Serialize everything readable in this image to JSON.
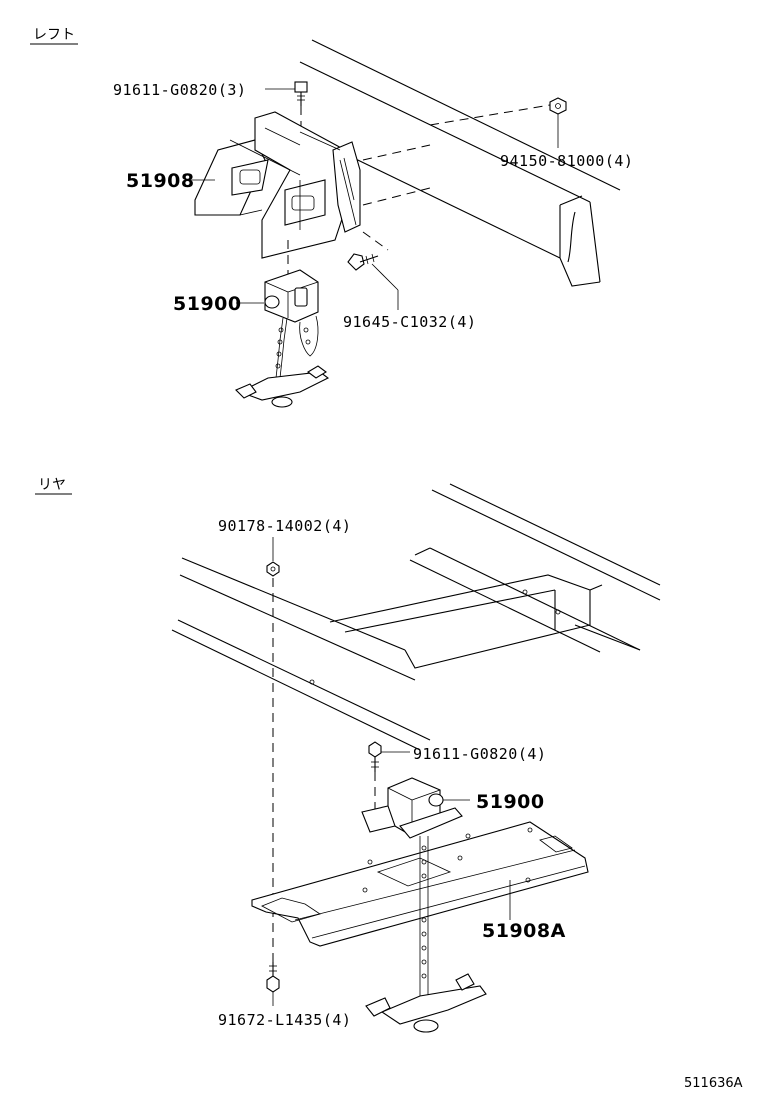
{
  "sections": {
    "left": "レフト",
    "rear": "リヤ"
  },
  "parts": {
    "p91611_top": "91611-G0820(3)",
    "p94150": "94150-81000(4)",
    "p51908": "51908",
    "p51900_top": "51900",
    "p91645": "91645-C1032(4)",
    "p90178": "90178-14002(4)",
    "p91611_bottom": "91611-G0820(4)",
    "p51900_bottom": "51900",
    "p51908A": "51908A",
    "p91672": "91672-L1435(4)"
  },
  "catalog_number": "511636A"
}
